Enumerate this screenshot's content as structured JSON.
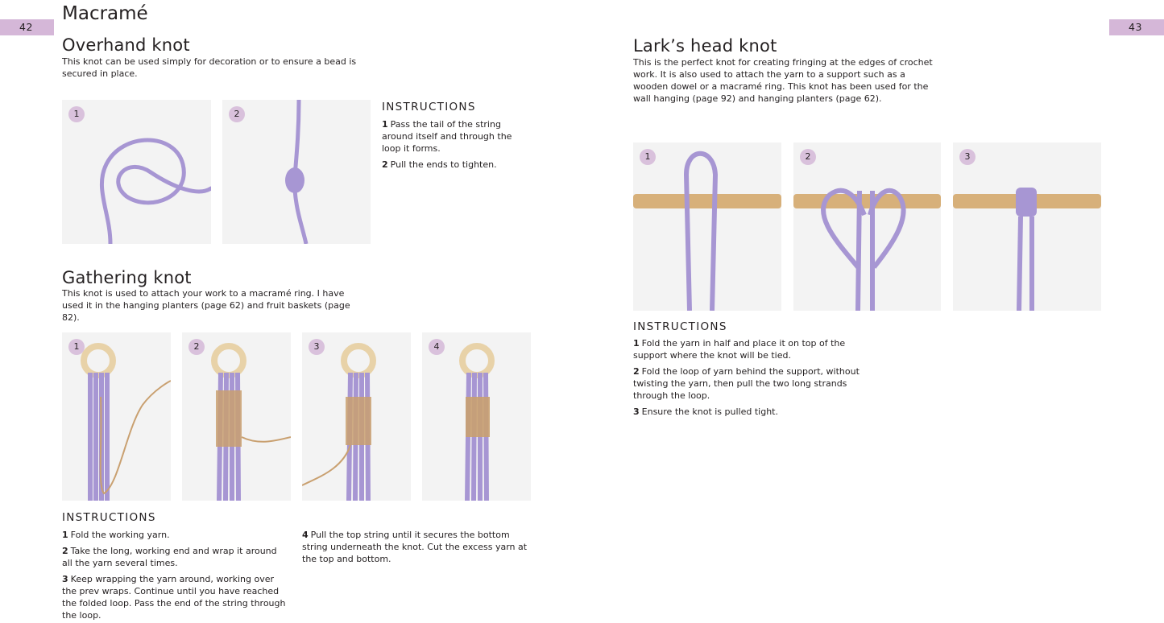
{
  "page_numbers": {
    "left": "42",
    "right": "43"
  },
  "chapter_title": "Macramé",
  "overhand": {
    "title": "Overhand knot",
    "intro": "This knot can be used simply for decoration or to ensure a bead is secured in place.",
    "photos": [
      "1",
      "2"
    ],
    "instructions_title": "INSTRUCTIONS",
    "steps": [
      {
        "num": "1",
        "text": "Pass the tail of the string around itself and through the loop it forms."
      },
      {
        "num": "2",
        "text": "Pull the ends to tighten."
      }
    ]
  },
  "gathering": {
    "title": "Gathering knot",
    "intro": "This knot is used to attach your work to a macramé ring. I have used it in the hanging planters (page 62) and fruit baskets (page 82).",
    "photos": [
      "1",
      "2",
      "3",
      "4"
    ],
    "instructions_title": "INSTRUCTIONS",
    "steps": [
      {
        "num": "1",
        "text": "Fold the working yarn."
      },
      {
        "num": "2",
        "text": "Take the long, working end and wrap it around all the yarn several times."
      },
      {
        "num": "3",
        "text": "Keep wrapping the yarn around, working over the prev wraps. Continue until you have reached the folded loop. Pass the end of the string through the loop."
      },
      {
        "num": "4",
        "text": "Pull the top string until it secures the bottom string underneath the knot. Cut the excess yarn at the top and bottom."
      }
    ]
  },
  "larks": {
    "title": "Lark’s head knot",
    "intro": "This is the perfect knot for creating fringing at the edges of crochet work. It is also used to attach the yarn to a support such as a wooden dowel or a macramé ring. This knot has been used for the wall hanging (page 92) and hanging planters (page 62).",
    "photos": [
      "1",
      "2",
      "3"
    ],
    "instructions_title": "INSTRUCTIONS",
    "steps": [
      {
        "num": "1",
        "text": "Fold the yarn in half and place it on top of the support where the knot will be tied."
      },
      {
        "num": "2",
        "text": "Fold the loop of yarn behind the support, without twisting the yarn, then pull the two long strands through the loop."
      },
      {
        "num": "3",
        "text": "Ensure the knot is pulled tight."
      }
    ]
  },
  "colors": {
    "accent": "#d5b7d8",
    "yarn": "#a796d3",
    "twine": "#c9a070",
    "wood": "#d7b07a"
  }
}
